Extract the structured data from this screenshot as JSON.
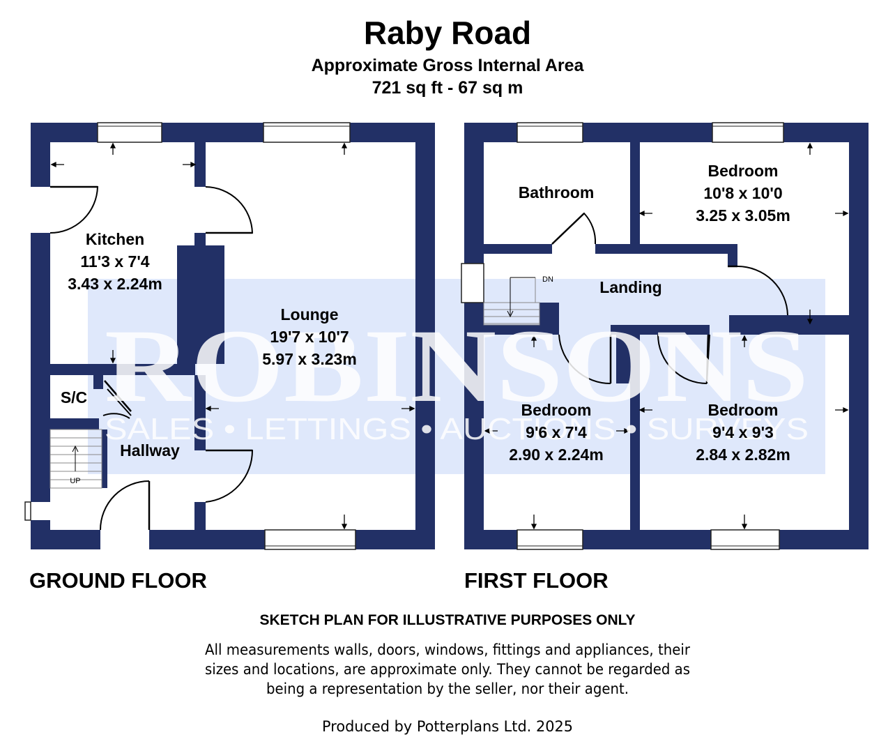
{
  "header": {
    "title": "Raby Road",
    "subtitle": "Approximate Gross Internal Area",
    "area": "721 sq ft - 67 sq m"
  },
  "watermark": {
    "brand": "ROBINSONS",
    "tagline": "SALES • LETTINGS • AUCTIONS • SURVEYS"
  },
  "colors": {
    "wall": "#223066",
    "watermark_bg": "#dfe8fb",
    "watermark_text": "#ffffff"
  },
  "ground_floor": {
    "label": "GROUND FLOOR",
    "kitchen": {
      "name": "Kitchen",
      "imperial": "11'3 x 7'4",
      "metric": "3.43 x 2.24m"
    },
    "lounge": {
      "name": "Lounge",
      "imperial": "19'7 x 10'7",
      "metric": "5.97 x 3.23m"
    },
    "sc": {
      "name": "S/C"
    },
    "hallway": {
      "name": "Hallway"
    },
    "stairs_label": "UP"
  },
  "first_floor": {
    "label": "FIRST FLOOR",
    "bathroom": {
      "name": "Bathroom"
    },
    "bedroom_1": {
      "name": "Bedroom",
      "imperial": "10'8 x 10'0",
      "metric": "3.25 x 3.05m"
    },
    "landing": {
      "name": "Landing"
    },
    "stairs_label": "DN",
    "bedroom_2": {
      "name": "Bedroom",
      "imperial": "9'6 x 7'4",
      "metric": "2.90 x 2.24m"
    },
    "bedroom_3": {
      "name": "Bedroom",
      "imperial": "9'4 x 9'3",
      "metric": "2.84 x 2.82m"
    }
  },
  "footer": {
    "disclaimer_title": "SKETCH PLAN FOR ILLUSTRATIVE PURPOSES ONLY",
    "disclaimer_line1": "All measurements walls, doors, windows, fittings and appliances, their",
    "disclaimer_line2": "sizes and locations, are approximate only. They cannot be regarded as",
    "disclaimer_line3": "being a representation by the seller, nor their agent.",
    "producer": "Produced by Potterplans Ltd. 2025"
  }
}
